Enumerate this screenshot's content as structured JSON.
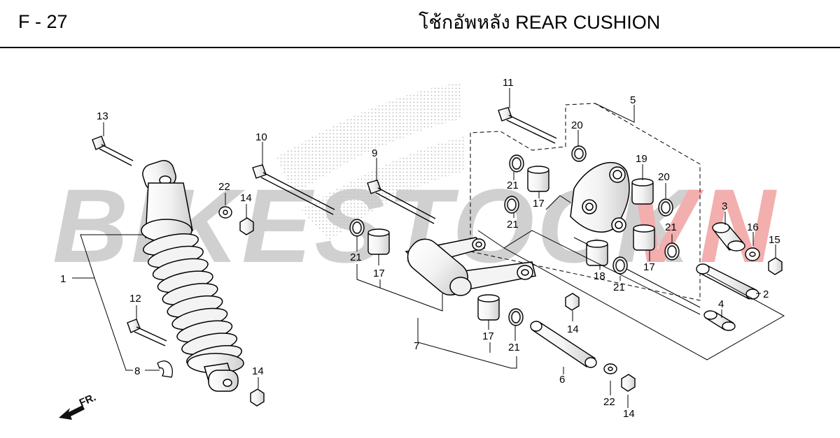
{
  "header": {
    "code": "F - 27",
    "title": "โช้กอัพหลัง  REAR CUSHION"
  },
  "watermark": {
    "text_a": "BIKESTOCK",
    "text_b": "VN",
    "color_a": "#c8c8c8",
    "color_b": "#f2a0a0"
  },
  "direction_label": "FR.",
  "parts": [
    {
      "num": "1",
      "name": "rear-cushion-assembly"
    },
    {
      "num": "2",
      "name": "collar-long"
    },
    {
      "num": "3",
      "name": "collar-upper"
    },
    {
      "num": "4",
      "name": "collar-short"
    },
    {
      "num": "5",
      "name": "cushion-arm-assembly"
    },
    {
      "num": "6",
      "name": "pivot-collar"
    },
    {
      "num": "7",
      "name": "cushion-connecting-rod"
    },
    {
      "num": "8",
      "name": "clip"
    },
    {
      "num": "9",
      "name": "bolt-9"
    },
    {
      "num": "10",
      "name": "bolt-10"
    },
    {
      "num": "11",
      "name": "bolt-11"
    },
    {
      "num": "12",
      "name": "bolt-12"
    },
    {
      "num": "13",
      "name": "bolt-13"
    },
    {
      "num": "14",
      "name": "nut"
    },
    {
      "num": "15",
      "name": "nut-15"
    },
    {
      "num": "16",
      "name": "washer-16"
    },
    {
      "num": "17",
      "name": "needle-bearing"
    },
    {
      "num": "18",
      "name": "bearing-18"
    },
    {
      "num": "19",
      "name": "bearing-19"
    },
    {
      "num": "20",
      "name": "dust-seal-20"
    },
    {
      "num": "21",
      "name": "dust-seal"
    },
    {
      "num": "22",
      "name": "washer"
    }
  ],
  "callouts": [
    {
      "id": "c1",
      "text": "1"
    },
    {
      "id": "c2",
      "text": "2"
    },
    {
      "id": "c3",
      "text": "3"
    },
    {
      "id": "c4",
      "text": "4"
    },
    {
      "id": "c5",
      "text": "5"
    },
    {
      "id": "c6",
      "text": "6"
    },
    {
      "id": "c7",
      "text": "7"
    },
    {
      "id": "c8",
      "text": "8"
    },
    {
      "id": "c9",
      "text": "9"
    },
    {
      "id": "c10",
      "text": "10"
    },
    {
      "id": "c11",
      "text": "11"
    },
    {
      "id": "c12",
      "text": "12"
    },
    {
      "id": "c13",
      "text": "13"
    },
    {
      "id": "c14a",
      "text": "14"
    },
    {
      "id": "c14b",
      "text": "14"
    },
    {
      "id": "c14c",
      "text": "14"
    },
    {
      "id": "c14d",
      "text": "14"
    },
    {
      "id": "c15",
      "text": "15"
    },
    {
      "id": "c16",
      "text": "16"
    },
    {
      "id": "c17a",
      "text": "17"
    },
    {
      "id": "c17b",
      "text": "17"
    },
    {
      "id": "c17c",
      "text": "17"
    },
    {
      "id": "c17d",
      "text": "17"
    },
    {
      "id": "c18",
      "text": "18"
    },
    {
      "id": "c19",
      "text": "19"
    },
    {
      "id": "c20a",
      "text": "20"
    },
    {
      "id": "c20b",
      "text": "20"
    },
    {
      "id": "c21a",
      "text": "21"
    },
    {
      "id": "c21b",
      "text": "21"
    },
    {
      "id": "c21c",
      "text": "21"
    },
    {
      "id": "c21d",
      "text": "21"
    },
    {
      "id": "c21e",
      "text": "21"
    },
    {
      "id": "c21f",
      "text": "21"
    },
    {
      "id": "c22a",
      "text": "22"
    },
    {
      "id": "c22b",
      "text": "22"
    }
  ]
}
